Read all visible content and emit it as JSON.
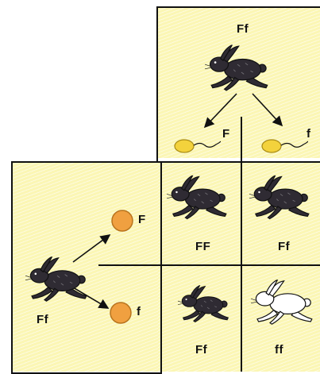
{
  "top_parent": {
    "genotype": "Ff"
  },
  "left_parent": {
    "genotype": "Ff"
  },
  "sperm": [
    {
      "allele": "F"
    },
    {
      "allele": "f"
    }
  ],
  "eggs": [
    {
      "allele": "F"
    },
    {
      "allele": "f"
    }
  ],
  "offspring": [
    {
      "genotype": "FF",
      "phenotype": "dark"
    },
    {
      "genotype": "Ff",
      "phenotype": "dark"
    },
    {
      "genotype": "Ff",
      "phenotype": "dark"
    },
    {
      "genotype": "ff",
      "phenotype": "white"
    }
  ],
  "colors": {
    "panel": "#fbf6b4",
    "dark_rabbit": "#2f2b33",
    "white_rabbit": "#ffffff",
    "sperm": "#f3d23c",
    "egg": "#f0a040",
    "line": "#111111"
  }
}
